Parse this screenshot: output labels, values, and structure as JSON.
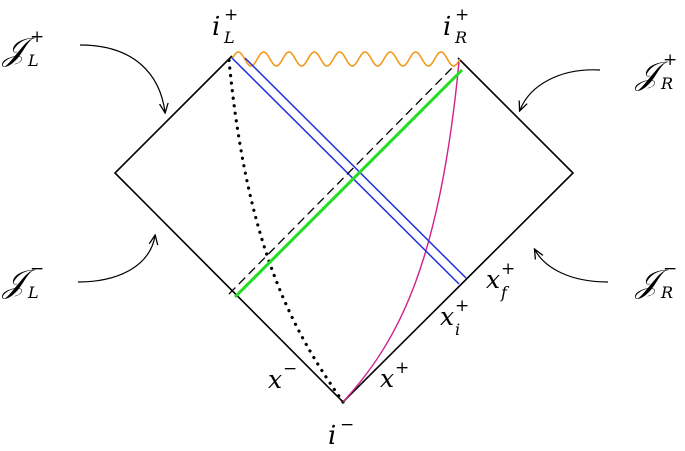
{
  "labels": {
    "i_minus": {
      "base": "i",
      "sup": "−"
    },
    "i_L_plus": {
      "base": "i",
      "sup": "+",
      "sub": "L"
    },
    "i_R_plus": {
      "base": "i",
      "sup": "+",
      "sub": "R"
    },
    "scri_L_plus": {
      "base": "𝒥",
      "sup": "+",
      "sub": "L"
    },
    "scri_R_plus": {
      "base": "𝒥",
      "sup": "+",
      "sub": "R"
    },
    "scri_L_minus": {
      "base": "𝒥",
      "sup": "−",
      "sub": "L"
    },
    "scri_R_minus": {
      "base": "𝒥",
      "sup": "−",
      "sub": "R"
    },
    "x_minus": {
      "base": "x",
      "sup": "−"
    },
    "x_plus": {
      "base": "x",
      "sup": "+"
    },
    "x_i_plus": {
      "base": "x",
      "sup": "+",
      "sub": "i"
    },
    "x_f_plus": {
      "base": "x",
      "sup": "+",
      "sub": "f"
    }
  },
  "colors": {
    "outline": "#000000",
    "singularity": "#f29a1c",
    "blue_lines": "#1f2fe0",
    "green_line": "#22dd22",
    "magenta_curve": "#d0208a",
    "dashed_line": "#000000",
    "dotted_curve": "#000000"
  }
}
